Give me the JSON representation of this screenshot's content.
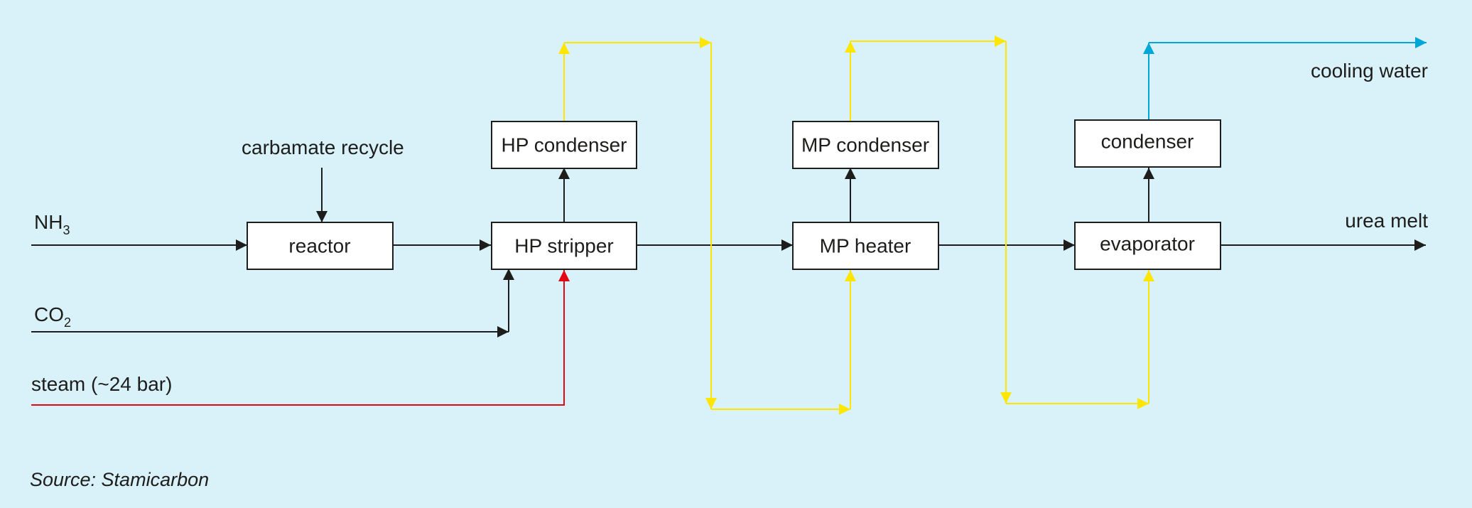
{
  "colors": {
    "background": "#d9f1f9",
    "process": "#1d1d1b",
    "steam": "#e30613",
    "condensate": "#ffe600",
    "cooling_water": "#00a6d6"
  },
  "boxes": {
    "reactor": "reactor",
    "hp_stripper": "HP stripper",
    "hp_condenser": "HP condenser",
    "mp_heater": "MP heater",
    "mp_condenser": "MP condenser",
    "evaporator": "evaporator",
    "condenser": "condenser"
  },
  "streams": {
    "carbamate_recycle": "carbamate recycle",
    "nh3_base": "NH",
    "nh3_sub": "3",
    "co2_base": "CO",
    "co2_sub": "2",
    "steam": "steam (~24 bar)",
    "cooling_water": "cooling water",
    "urea_melt": "urea melt"
  },
  "source": "Source: Stamicarbon"
}
